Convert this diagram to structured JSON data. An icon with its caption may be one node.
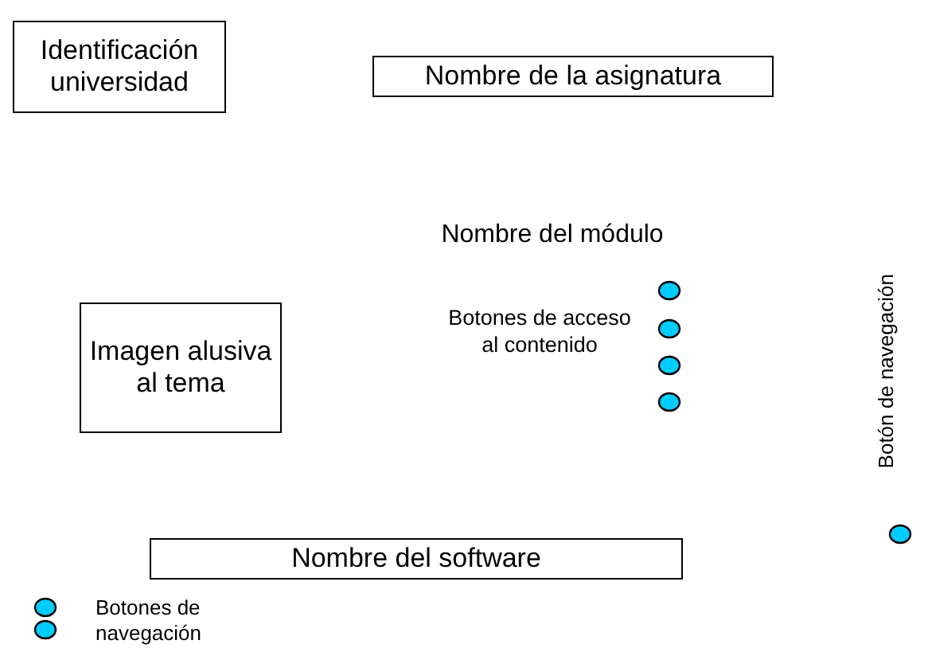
{
  "diagram": {
    "nodes": [
      {
        "text": [
          "Identificación universidad"
        ]
      },
      {
        "text": [
          "Nombre de la asignatura"
        ]
      },
      {
        "text": [],
        "shape": "circle"
      },
      {
        "text": [
          "Imagen alusiva al tema"
        ]
      },
      {
        "text": [],
        "shape": "circle"
      },
      {
        "text": [],
        "shape": "circle"
      },
      {
        "text": [],
        "shape": "circle"
      },
      {
        "text": [],
        "shape": "circle"
      },
      {
        "text": [
          "Nombre del software"
        ]
      },
      {
        "text": [],
        "shape": "circle"
      },
      {
        "text": [],
        "shape": "circle"
      }
    ],
    "labels": [
      "Nombre del módulo",
      "Botones de acceso al contenido",
      "Botón de navegación",
      "Botones de navegación"
    ]
  }
}
